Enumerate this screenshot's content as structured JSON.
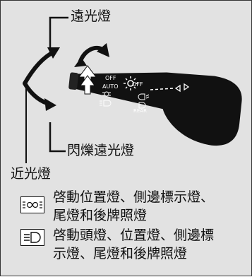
{
  "labels": {
    "high_beam": "遠光燈",
    "flash_to_pass": "閃爍遠光燈",
    "low_beam": "近光燈"
  },
  "switch_markings": {
    "off_left": "OFF",
    "auto": "AUTO",
    "off_right": "OFF",
    "rear": "REAR"
  },
  "legend": [
    {
      "icon": "parking-lights-icon",
      "text": "啓動位置燈、側邊標示燈、\n尾燈和後牌照燈"
    },
    {
      "icon": "headlight-icon",
      "text": "啓動頭燈、位置燈、側邊標\n示燈、尾燈和後牌照燈"
    }
  ],
  "colors": {
    "background": "#e2e2e2",
    "lever": "#111111",
    "markings": "#ffffff"
  }
}
